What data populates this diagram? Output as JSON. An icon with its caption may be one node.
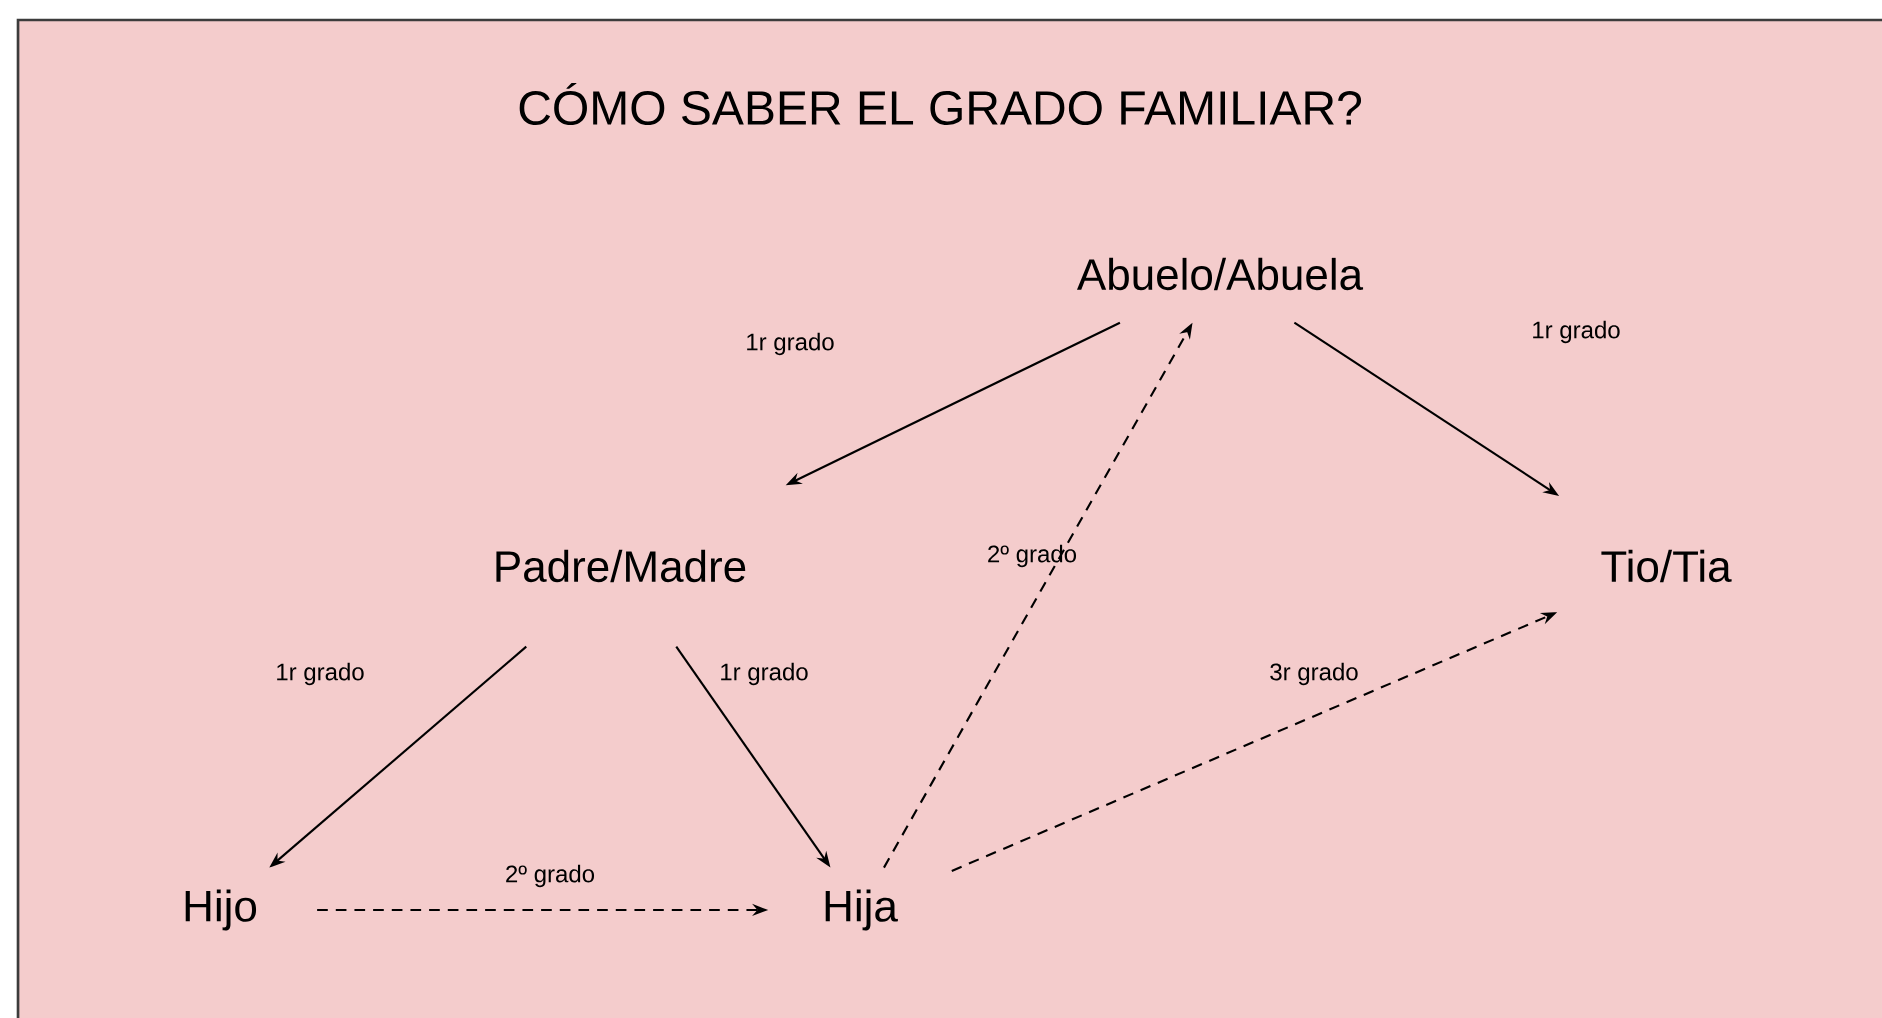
{
  "diagram": {
    "title": "CÓMO SABER EL GRADO FAMILIAR?",
    "nodes": [
      {
        "text": [
          "Abuelo/Abuela"
        ]
      },
      {
        "text": [
          "Padre/Madre"
        ]
      },
      {
        "text": [
          "Tio/Tia"
        ]
      },
      {
        "text": [
          "Hijo"
        ]
      },
      {
        "text": [
          "Hija"
        ]
      }
    ],
    "edges": [
      {
        "from": 0,
        "to": 1,
        "arrow": "to",
        "label": "1r grado"
      },
      {
        "from": 0,
        "to": 2,
        "arrow": "to",
        "label": "1r grado"
      },
      {
        "from": 1,
        "to": 3,
        "arrow": "to",
        "label": "1r grado"
      },
      {
        "from": 1,
        "to": 4,
        "arrow": "to",
        "label": "1r grado"
      },
      {
        "from": 3,
        "to": 4,
        "arrow": "to",
        "label": "2º grado",
        "style": "dashed"
      },
      {
        "from": 4,
        "to": 0,
        "arrow": "to",
        "label": "2º grado",
        "style": "dashed"
      },
      {
        "from": 4,
        "to": 2,
        "arrow": "to",
        "label": "3r grado",
        "style": "dashed"
      }
    ]
  }
}
